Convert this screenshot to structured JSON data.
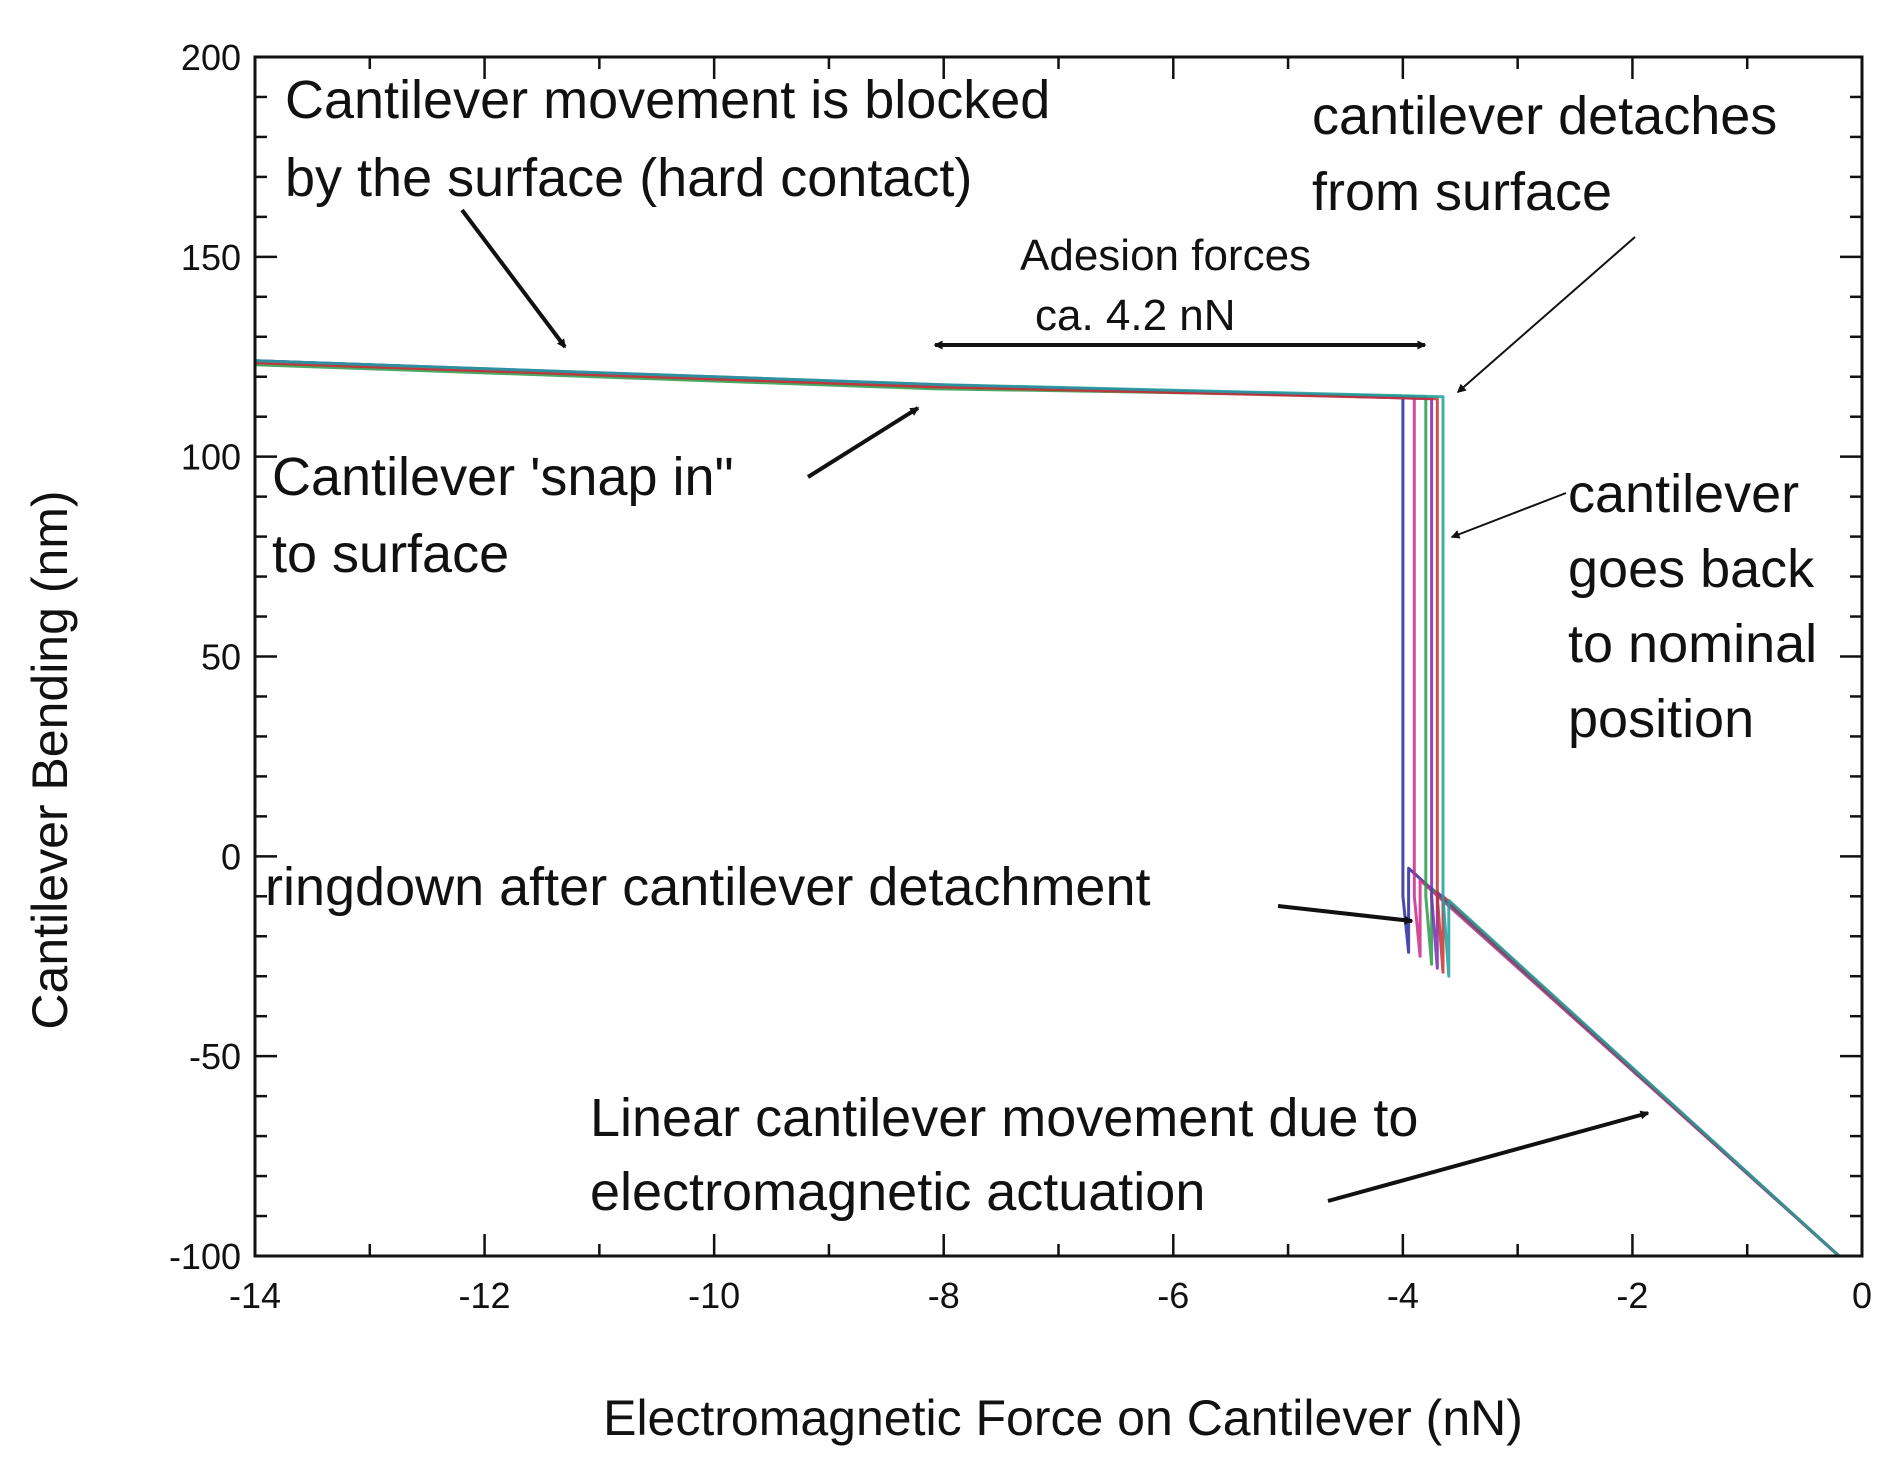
{
  "chart_data": {
    "type": "line",
    "title": "",
    "xlabel": "Electromagnetic Force on Cantilever (nN)",
    "ylabel": "Cantilever Bending (nm)",
    "xlim": [
      -14,
      0
    ],
    "ylim": [
      -100,
      200
    ],
    "x_ticks": [
      "-14",
      "-12",
      "-10",
      "-8",
      "-6",
      "-4",
      "-2",
      "0"
    ],
    "y_ticks": [
      "-100",
      "-50",
      "0",
      "50",
      "100",
      "150",
      "200"
    ],
    "grid": false,
    "legend": "none",
    "series_colors": [
      "#2a2aa0",
      "#cc2a8a",
      "#2a9a4a",
      "#7a2ab0",
      "#c83030",
      "#20a0a0",
      "#9a9a20",
      "#d060c0"
    ],
    "series": [
      {
        "x": [
          -14,
          -8.2,
          -4.0,
          -4.0,
          -3.95,
          -3.95,
          -0.2
        ],
        "y": [
          124,
          118,
          115,
          -10,
          -24,
          -3,
          -100
        ]
      },
      {
        "x": [
          -14,
          -8.15,
          -3.9,
          -3.9,
          -3.85,
          -3.85,
          -0.2
        ],
        "y": [
          123.5,
          117.5,
          115,
          -10,
          -25,
          -6,
          -100
        ]
      },
      {
        "x": [
          -14,
          -8.1,
          -3.8,
          -3.8,
          -3.75,
          -3.75,
          -0.2
        ],
        "y": [
          123,
          117,
          115,
          -10,
          -27,
          -8,
          -100
        ]
      },
      {
        "x": [
          -14,
          -8.05,
          -3.75,
          -3.75,
          -3.7,
          -3.7,
          -0.2
        ],
        "y": [
          124,
          118,
          114.5,
          -10,
          -28,
          -9,
          -100
        ]
      },
      {
        "x": [
          -14,
          -8.1,
          -3.7,
          -3.7,
          -3.65,
          -3.65,
          -0.2
        ],
        "y": [
          123.5,
          117.5,
          114.5,
          -10,
          -29,
          -10,
          -100
        ]
      },
      {
        "x": [
          -14,
          -8.0,
          -3.65,
          -3.65,
          -3.6,
          -3.6,
          -0.2
        ],
        "y": [
          124,
          118,
          115,
          -10,
          -30,
          -11,
          -100
        ]
      }
    ],
    "annotations": {
      "blocked_line1": "Cantilever movement is blocked",
      "blocked_line2": "by the surface (hard contact)",
      "detach_line1": "cantilever detaches",
      "detach_line2": "from surface",
      "adhesion_line1": "Adesion forces",
      "adhesion_line2": "ca. 4.2 nN",
      "snap_line1": "Cantilever 'snap in\"",
      "snap_line2": "to surface",
      "back_line1": "cantilever",
      "back_line2": "goes back",
      "back_line3": "to nominal",
      "back_line4": "position",
      "ringdown": "ringdown after cantilever detachment",
      "linear_line1": "Linear cantilever movement due to",
      "linear_line2": "electromagnetic actuation"
    }
  }
}
